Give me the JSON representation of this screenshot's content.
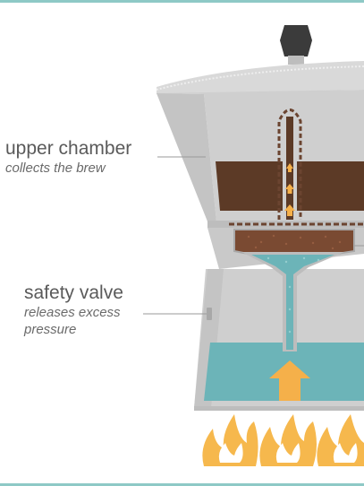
{
  "labels": {
    "upper_chamber": {
      "title": "upper chamber",
      "description": "collects the brew"
    },
    "safety_valve": {
      "title": "safety valve",
      "description_line1": "releases excess",
      "description_line2": "pressure"
    }
  },
  "colors": {
    "frame": "#8ec9c6",
    "pot_body": "#cfcfcf",
    "pot_outline": "#e6e6e6",
    "knob": "#3b3b3b",
    "coffee": "#5c3a26",
    "coffee_grounds": "#7a4a32",
    "water": "#6cb4b8",
    "arrow": "#f5b04a",
    "flame": "#f6b84d",
    "leader_line": "#9a9a9a"
  }
}
